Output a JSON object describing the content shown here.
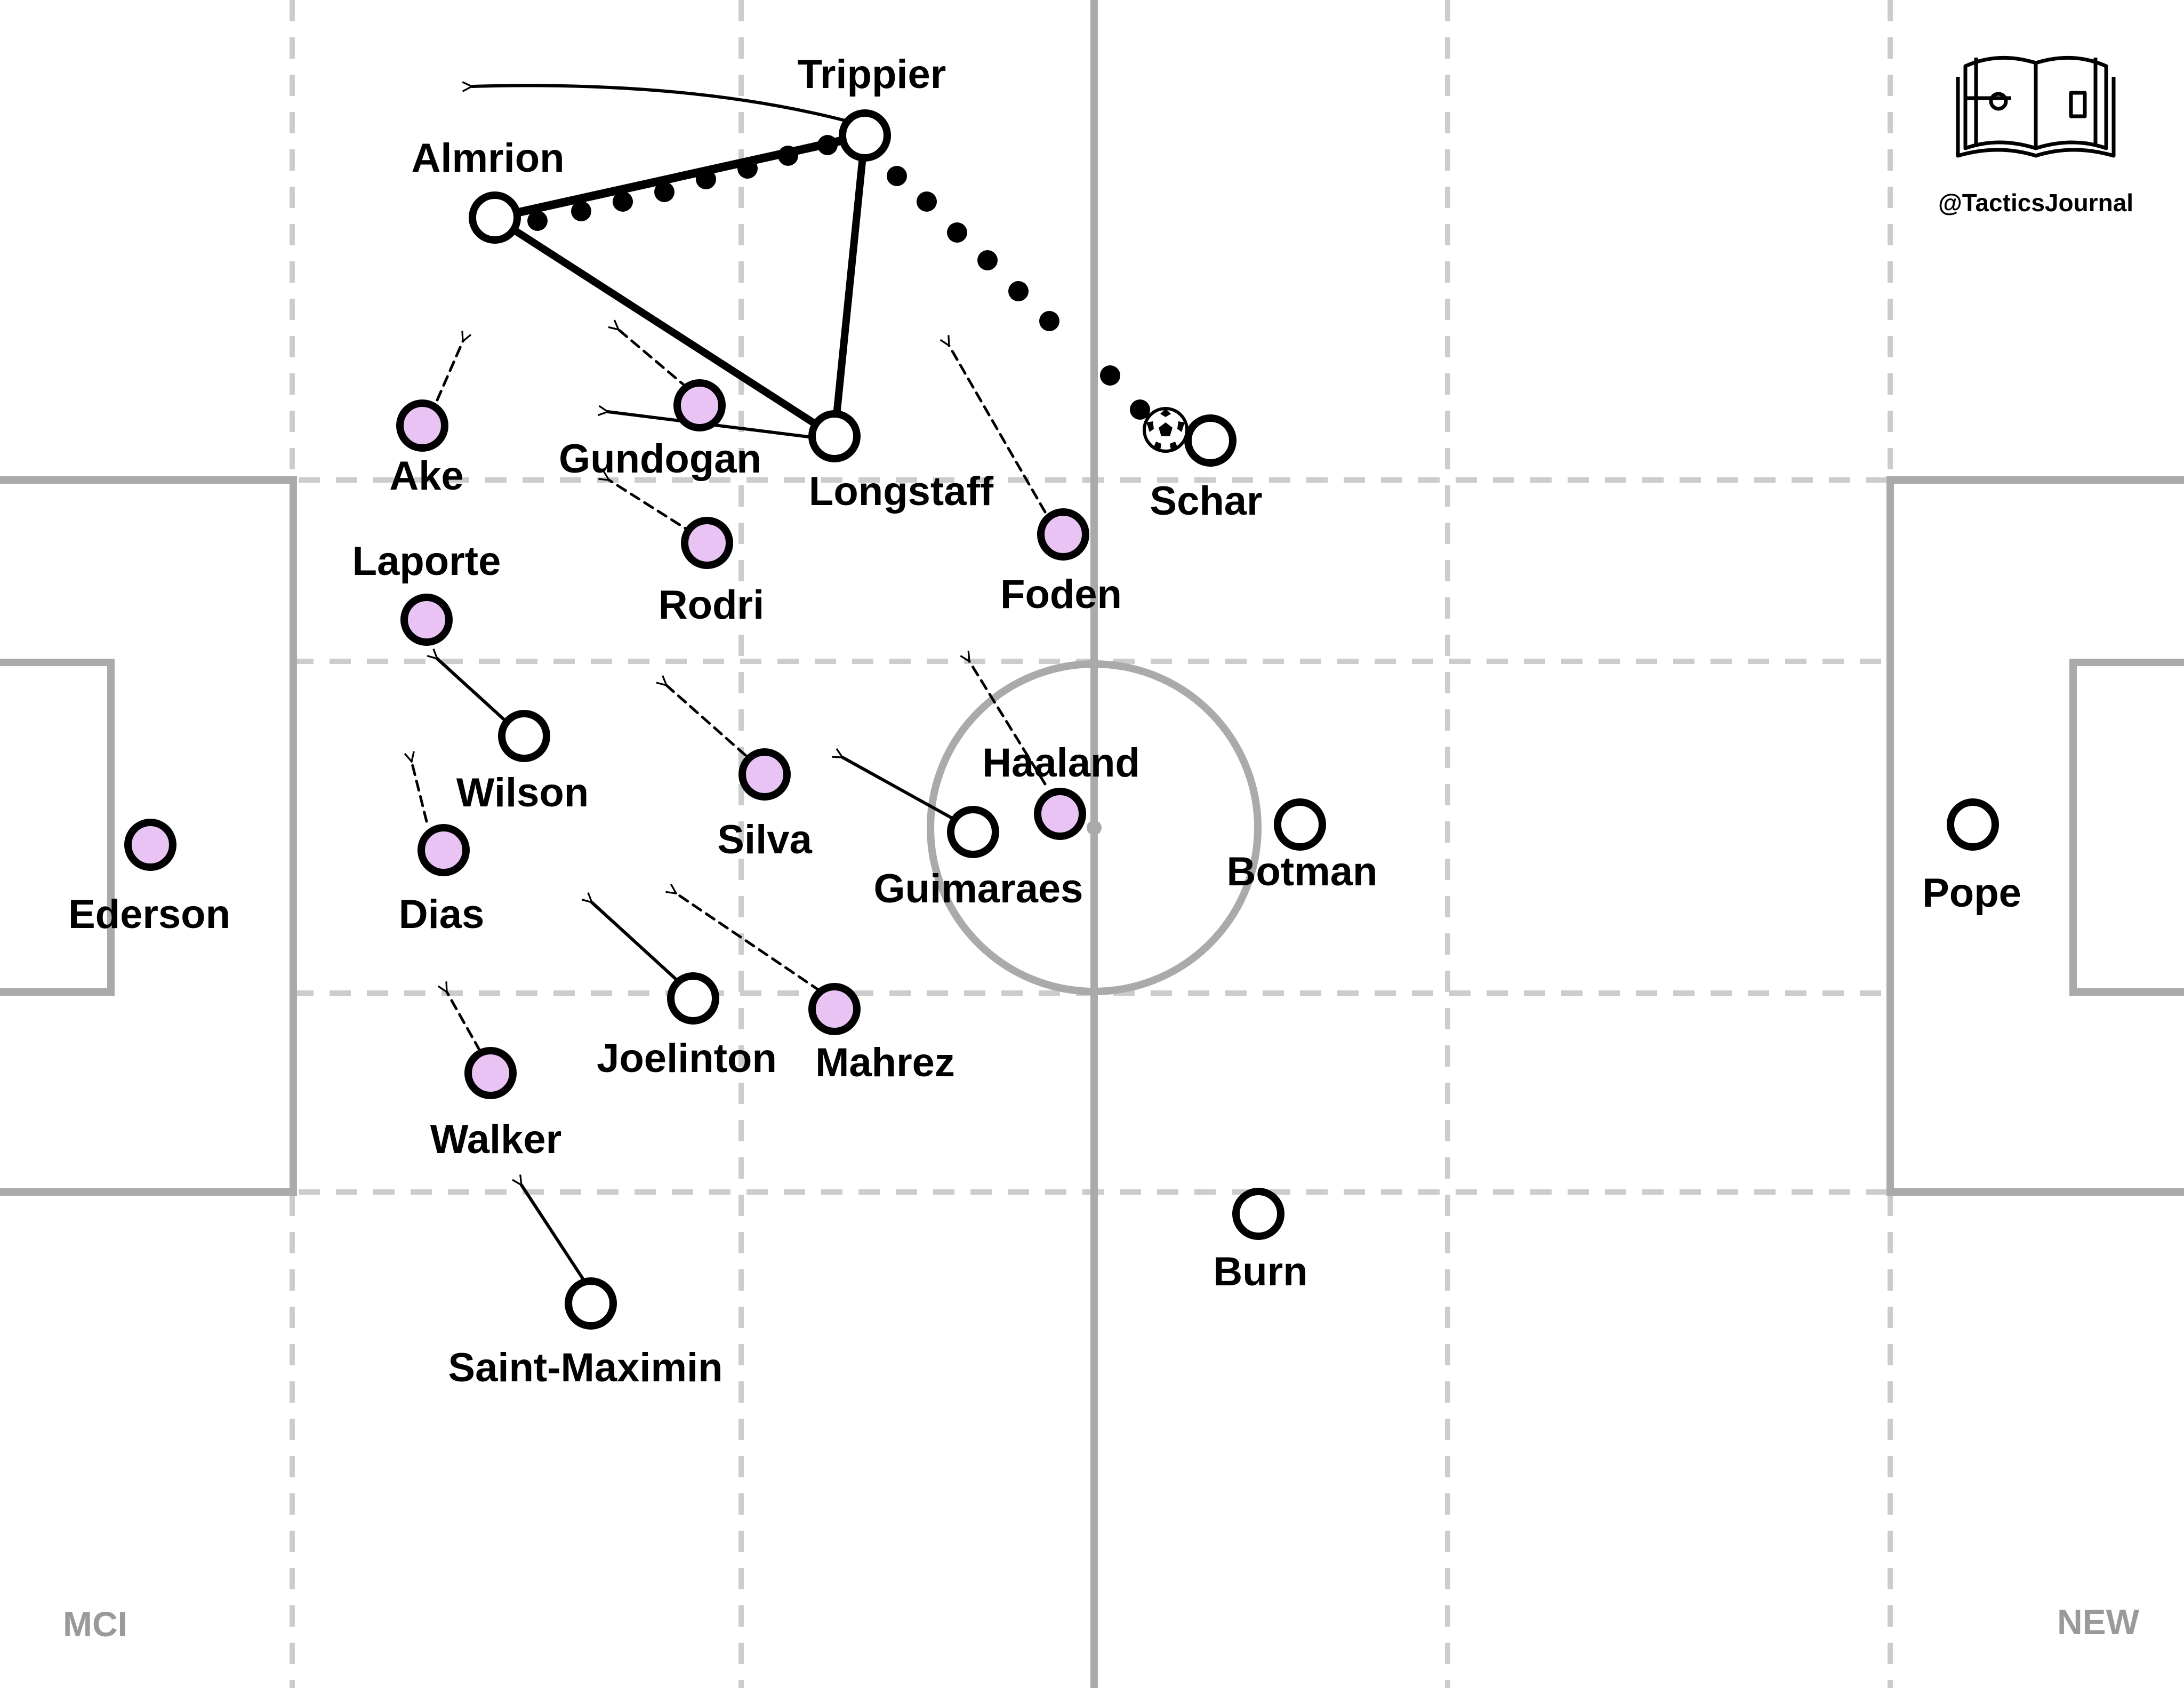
{
  "diagram": {
    "home_team": "MCI",
    "away_team": "NEW",
    "credit": "@TacticsJournal",
    "colors": {
      "pitch_lines": "#aaaaaa",
      "zone_lines": "#cccccc",
      "home_fill": "#e8c3f3",
      "away_fill": "#ffffff",
      "outline": "#000000"
    },
    "icons": [
      "book-pitch-logo-icon",
      "ball-icon"
    ],
    "players": [
      {
        "name": "Almrion",
        "team": "NEW",
        "label": "Almrion"
      },
      {
        "name": "Trippier",
        "team": "NEW",
        "label": "Trippier"
      },
      {
        "name": "Longstaff",
        "team": "NEW",
        "label": "Longstaff"
      },
      {
        "name": "Schar",
        "team": "NEW",
        "label": "Schar",
        "has_ball": true
      },
      {
        "name": "Wilson",
        "team": "NEW",
        "label": "Wilson"
      },
      {
        "name": "Guimaraes",
        "team": "NEW",
        "label": "Guimaraes"
      },
      {
        "name": "Botman",
        "team": "NEW",
        "label": "Botman"
      },
      {
        "name": "Pope",
        "team": "NEW",
        "label": "Pope"
      },
      {
        "name": "Joelinton",
        "team": "NEW",
        "label": "Joelinton"
      },
      {
        "name": "Burn",
        "team": "NEW",
        "label": "Burn"
      },
      {
        "name": "Saint-Maximin",
        "team": "NEW",
        "label": "Saint-Maximin"
      },
      {
        "name": "Ake",
        "team": "MCI",
        "label": "Ake"
      },
      {
        "name": "Gundogan",
        "team": "MCI",
        "label": "Gundogan"
      },
      {
        "name": "Rodri",
        "team": "MCI",
        "label": "Rodri"
      },
      {
        "name": "Foden",
        "team": "MCI",
        "label": "Foden"
      },
      {
        "name": "Laporte",
        "team": "MCI",
        "label": "Laporte"
      },
      {
        "name": "Haaland",
        "team": "MCI",
        "label": "Haaland"
      },
      {
        "name": "Silva",
        "team": "MCI",
        "label": "Silva"
      },
      {
        "name": "Dias",
        "team": "MCI",
        "label": "Dias"
      },
      {
        "name": "Ederson",
        "team": "MCI",
        "label": "Ederson"
      },
      {
        "name": "Mahrez",
        "team": "MCI",
        "label": "Mahrez"
      },
      {
        "name": "Walker",
        "team": "MCI",
        "label": "Walker"
      }
    ]
  }
}
